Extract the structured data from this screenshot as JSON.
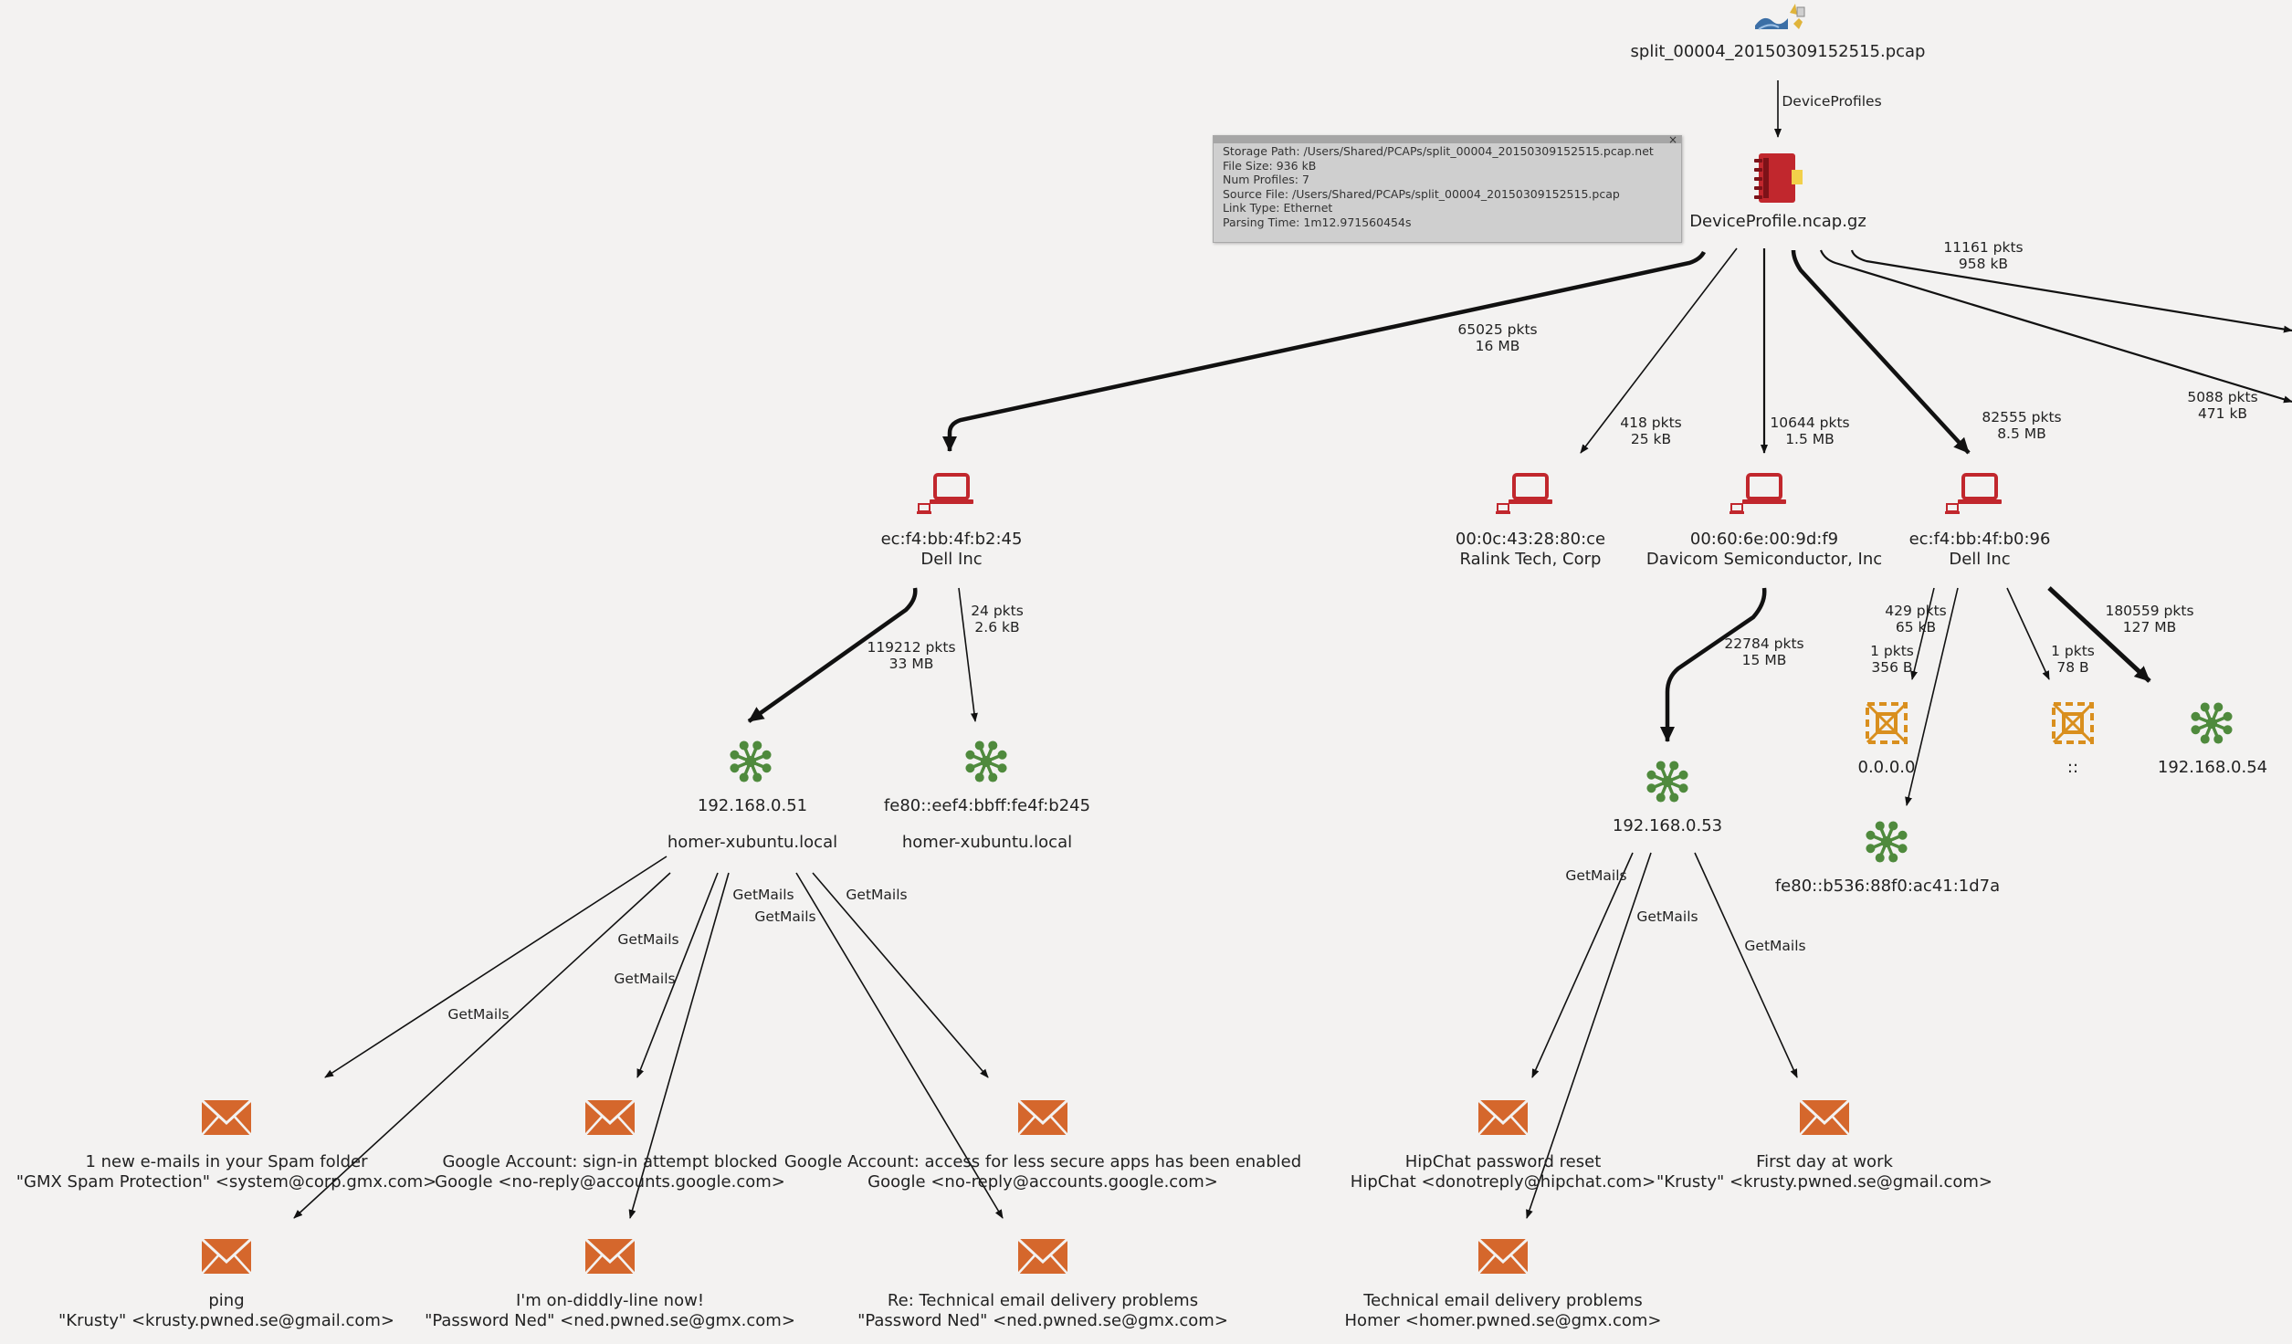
{
  "colors": {
    "host": "#c1272d",
    "ip": "#4f8a3d",
    "mail": "#d5672c",
    "multicast": "#d98f1e",
    "edge": "#111111"
  },
  "root": {
    "name": "split_00004_20150309152515.pcap",
    "icon": "pcap-file-icon"
  },
  "root_edge_label": "DeviceProfiles",
  "profile": {
    "name": "DeviceProfile.ncap.gz",
    "icon": "device-profile-icon"
  },
  "tooltip": {
    "rows": [
      "Storage Path:  /Users/Shared/PCAPs/split_00004_20150309152515.pcap.net",
      "File Size:  936 kB",
      "Num Profiles:  7",
      "Source File:  /Users/Shared/PCAPs/split_00004_20150309152515.pcap",
      "Link Type:  Ethernet",
      "Parsing Time:  1m12.971560454s"
    ],
    "close": "×"
  },
  "edges": {
    "e1": [
      "65025 pkts",
      "16 MB"
    ],
    "e2": [
      "418 pkts",
      "25 kB"
    ],
    "e3": [
      "10644 pkts",
      "1.5 MB"
    ],
    "e4": [
      "82555 pkts",
      "8.5 MB"
    ],
    "e5": [
      "11161 pkts",
      "958 kB"
    ],
    "e6": [
      "5088 pkts",
      "471 kB"
    ],
    "e7": [
      "119212 pkts",
      "33 MB"
    ],
    "e8": [
      "24 pkts",
      "2.6 kB"
    ],
    "e9": [
      "22784 pkts",
      "15 MB"
    ],
    "e10": [
      "429 pkts",
      "65 kB"
    ],
    "e11": [
      "1 pkts",
      "356 B"
    ],
    "e12": [
      "1 pkts",
      "78 B"
    ],
    "e13": [
      "180559 pkts",
      "127 MB"
    ]
  },
  "getmails": "GetMails",
  "hosts": {
    "h1": [
      "ec:f4:bb:4f:b2:45",
      "Dell Inc"
    ],
    "h2": [
      "00:0c:43:28:80:ce",
      "Ralink Tech, Corp"
    ],
    "h3": [
      "00:60:6e:00:9d:f9",
      "Davicom Semiconductor, Inc"
    ],
    "h4": [
      "ec:f4:bb:4f:b0:96",
      "Dell Inc"
    ]
  },
  "ips": {
    "ip1": [
      "192.168.0.51",
      "homer-xubuntu.local"
    ],
    "ip2": [
      "fe80::eef4:bbff:fe4f:b245",
      "homer-xubuntu.local"
    ],
    "ip3": [
      "192.168.0.53"
    ],
    "ip4": [
      "fe80::b536:88f0:ac41:1d7a"
    ],
    "ip5": [
      "192.168.0.54"
    ],
    "mc1": [
      "0.0.0.0"
    ],
    "mc2": [
      "::"
    ]
  },
  "mails": {
    "m1": [
      "1 new e-mails in your Spam folder",
      "\"GMX Spam Protection\" <system@corp.gmx.com>"
    ],
    "m2": [
      "Google Account: sign-in attempt blocked",
      "Google <no-reply@accounts.google.com>"
    ],
    "m3": [
      "Google Account: access for less secure apps has been enabled",
      "Google <no-reply@accounts.google.com>"
    ],
    "m4": [
      "ping",
      "\"Krusty\" <krusty.pwned.se@gmail.com>"
    ],
    "m5": [
      "I'm on-diddly-line now!",
      "\"Password Ned\" <ned.pwned.se@gmx.com>"
    ],
    "m6": [
      "Re: Technical email delivery problems",
      "\"Password Ned\" <ned.pwned.se@gmx.com>"
    ],
    "m7": [
      "HipChat password reset",
      "HipChat <donotreply@hipchat.com>"
    ],
    "m8": [
      "First day at work",
      "\"Krusty\" <krusty.pwned.se@gmail.com>"
    ],
    "m9": [
      "Technical email delivery problems",
      "Homer <homer.pwned.se@gmx.com>"
    ]
  }
}
